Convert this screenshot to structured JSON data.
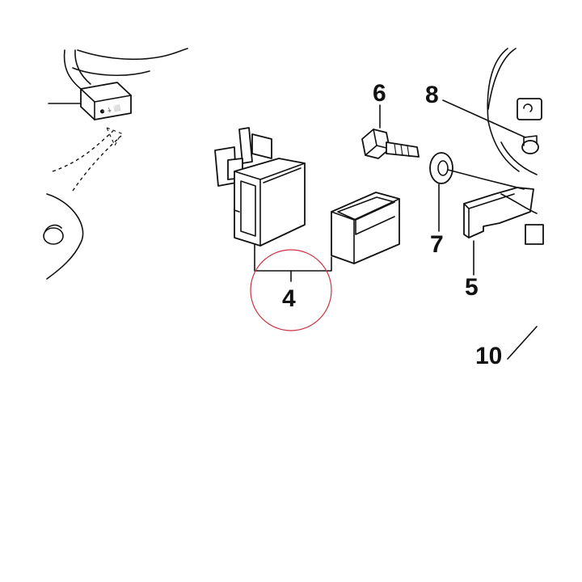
{
  "callouts": {
    "part_4": "4",
    "part_5": "5",
    "part_6": "6",
    "part_7": "7",
    "part_8": "8",
    "part_10": "10"
  },
  "connector_marking": "⚈ ⏚ ⬜",
  "colors": {
    "line": "#111111",
    "highlight_circle": "#cc3344",
    "background": "#ffffff"
  }
}
